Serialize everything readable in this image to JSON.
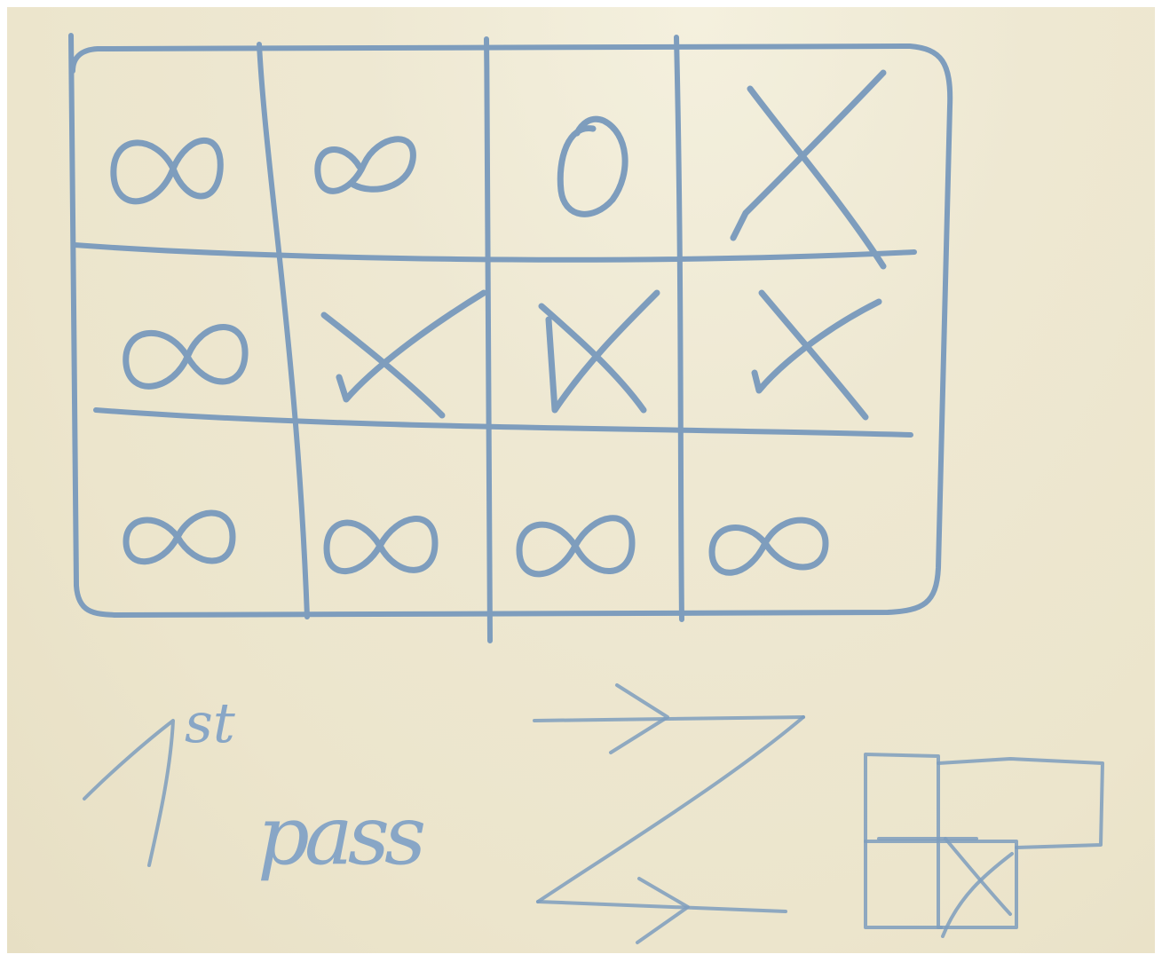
{
  "board": {
    "grid": {
      "rows": 3,
      "columns": 4,
      "cells": [
        [
          "infinity",
          "infinity",
          "zero",
          "x"
        ],
        [
          "infinity",
          "x",
          "x",
          "x"
        ],
        [
          "infinity",
          "infinity",
          "infinity",
          "infinity"
        ]
      ]
    },
    "note_number": "1",
    "note_superscript": "st",
    "note_word": "pass",
    "diagram": "z-order-arrows",
    "mini_grid": "three-squares-one-crossed",
    "ink_color": "#7e9dbd",
    "board_color": "#ece5cc"
  }
}
